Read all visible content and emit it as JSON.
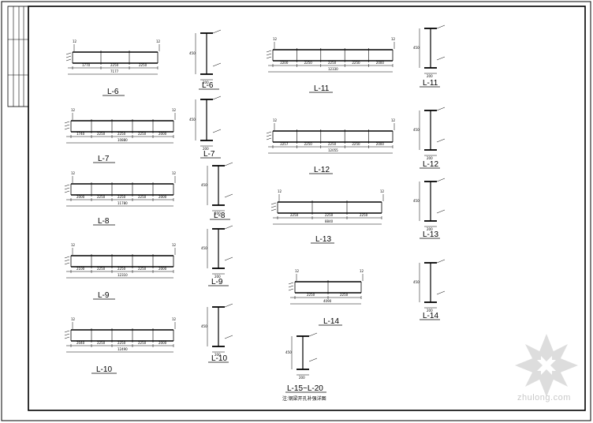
{
  "drawing": {
    "note": "注:钢梁开孔补强详图",
    "watermark": "zhulong.com"
  },
  "elevations": [
    {
      "id": "L-6",
      "title": "L-6",
      "segments": [
        "1770",
        "2250",
        "2250"
      ],
      "total": "7177",
      "tags": [
        "12",
        "12"
      ]
    },
    {
      "id": "L-7",
      "title": "L-7",
      "segments": [
        "1740",
        "2250",
        "2250",
        "2250",
        "2000"
      ],
      "total": "10880",
      "tags": [
        "12",
        "12"
      ]
    },
    {
      "id": "L-8",
      "title": "L-8",
      "segments": [
        "2000",
        "2250",
        "2250",
        "2250",
        "2000"
      ],
      "total": "11780",
      "tags": [
        "12",
        "12"
      ]
    },
    {
      "id": "L-9",
      "title": "L-9",
      "segments": [
        "2100",
        "2250",
        "2250",
        "2250",
        "2000"
      ],
      "total": "12310",
      "tags": [
        "12",
        "12"
      ]
    },
    {
      "id": "L-10",
      "title": "L-10",
      "segments": [
        "2040",
        "2250",
        "2250",
        "2250",
        "2000"
      ],
      "total": "12490",
      "tags": [
        "12",
        "12"
      ]
    },
    {
      "id": "L-11",
      "title": "L-11",
      "segments": [
        "2200",
        "2250",
        "2250",
        "2250",
        "2000"
      ],
      "total": "12330",
      "tags": [
        "12",
        "12"
      ]
    },
    {
      "id": "L-12",
      "title": "L-12",
      "segments": [
        "2257",
        "2250",
        "2250",
        "2250",
        "2000"
      ],
      "total": "12055",
      "tags": [
        "12",
        "12"
      ]
    },
    {
      "id": "L-13",
      "title": "L-13",
      "segments": [
        "2250",
        "2250",
        "2250"
      ],
      "total": "8840",
      "tags": [
        "12",
        "12"
      ]
    },
    {
      "id": "L-14",
      "title": "L-14",
      "segments": [
        "2250",
        "2250"
      ],
      "total": "4090",
      "tags": [
        "12",
        "12"
      ]
    }
  ],
  "sections": [
    {
      "id": "S-6",
      "title": "L-6",
      "height": "450",
      "width": "200"
    },
    {
      "id": "S-7",
      "title": "L-7",
      "height": "450",
      "width": "200"
    },
    {
      "id": "S-8",
      "title": "L-8",
      "height": "450",
      "width": "200"
    },
    {
      "id": "S-9",
      "title": "L-9",
      "height": "450",
      "width": "200"
    },
    {
      "id": "S-10",
      "title": "L-10",
      "height": "450",
      "width": "200"
    },
    {
      "id": "S-11",
      "title": "L-11",
      "height": "450",
      "width": "200"
    },
    {
      "id": "S-12",
      "title": "L-12",
      "height": "450",
      "width": "200"
    },
    {
      "id": "S-13",
      "title": "L-13",
      "height": "450",
      "width": "200"
    },
    {
      "id": "S-14",
      "title": "L-14",
      "height": "450",
      "width": "200"
    },
    {
      "id": "S-15",
      "title": "L-15~L-20",
      "height": "450",
      "width": "200"
    }
  ]
}
